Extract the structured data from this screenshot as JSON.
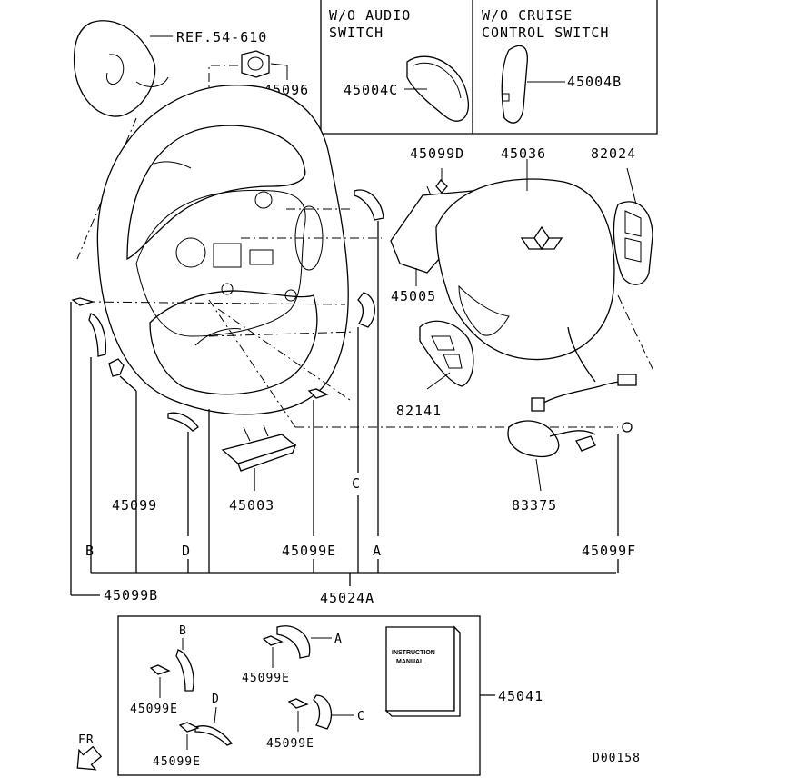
{
  "labels": {
    "ref": "REF.54-610",
    "p45096": "45096",
    "p45004c": "45004C",
    "p45004b": "45004B",
    "p45099d": "45099D",
    "p45036": "45036",
    "p82024": "82024",
    "p45005": "45005",
    "p82141": "82141",
    "p83375": "83375",
    "p45099": "45099",
    "p45003": "45003",
    "p45099e": "45099E",
    "p45099f": "45099F",
    "p45099b": "45099B",
    "p45024a": "45024A",
    "p45041": "45041",
    "letter_a": "A",
    "letter_b": "B",
    "letter_c": "C",
    "letter_d": "D",
    "fr": "FR",
    "code": "D00158"
  },
  "boxes": {
    "audio_line1": "W/O AUDIO",
    "audio_line2": "SWITCH",
    "cruise_line1": "W/O CRUISE",
    "cruise_line2": "CONTROL SWITCH"
  },
  "kit": {
    "manual_line1": "INSTRUCTION",
    "manual_line2": "MANUAL",
    "screw_e1": "45099E",
    "screw_e2": "45099E",
    "screw_e3": "45099E",
    "screw_e4": "45099E",
    "a": "A",
    "b": "B",
    "c": "C",
    "d": "D"
  }
}
